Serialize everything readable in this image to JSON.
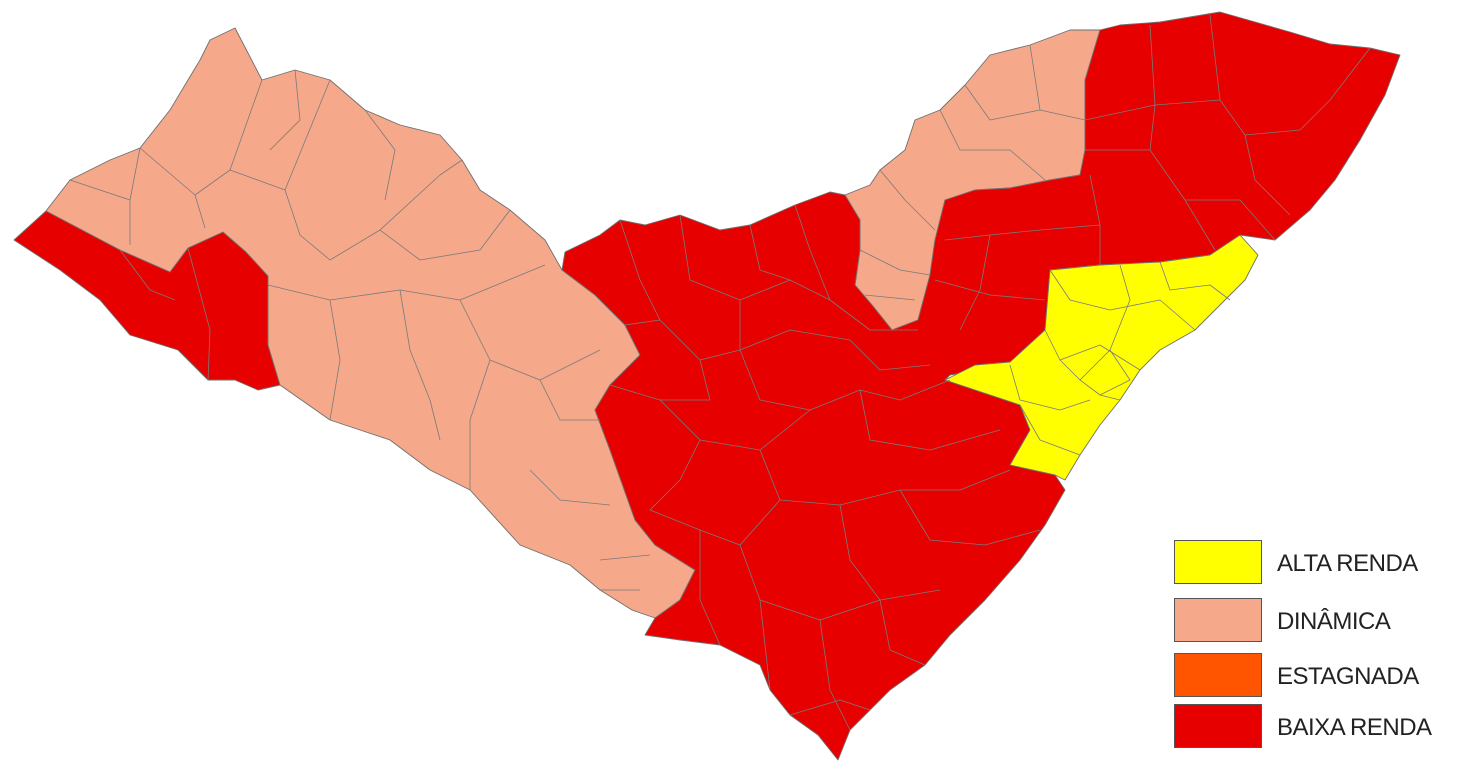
{
  "map": {
    "classes": [
      {
        "id": "alta-renda",
        "label": "ALTA RENDA",
        "color": "#ffff00"
      },
      {
        "id": "dinamica",
        "label": "DINÂMICA",
        "color": "#f5a98a"
      },
      {
        "id": "estagnada",
        "label": "ESTAGNADA",
        "color": "#ff5500"
      },
      {
        "id": "baixa-renda",
        "label": "BAIXA RENDA",
        "color": "#e60000"
      }
    ]
  }
}
